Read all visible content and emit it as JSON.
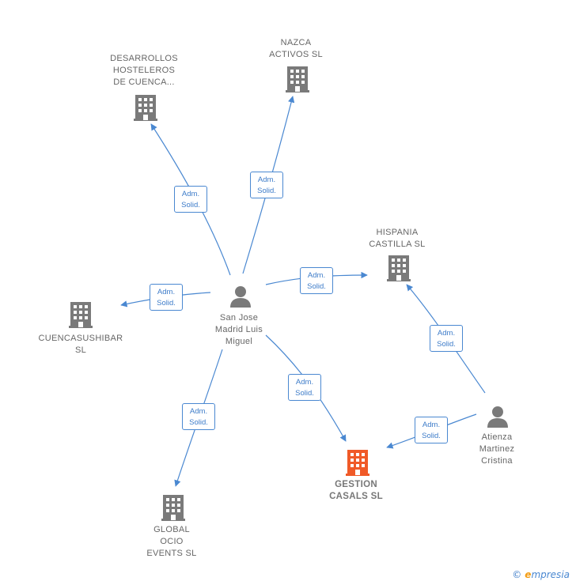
{
  "nodes": {
    "desarrollos": {
      "label": "DESARROLLOS\nHOSTELEROS\nDE CUENCA..."
    },
    "nazca": {
      "label": "NAZCA\nACTIVOS SL"
    },
    "hispania": {
      "label": "HISPANIA\nCASTILLA  SL"
    },
    "cuencasushibar": {
      "label": "CUENCASUSHIBAR\nSL"
    },
    "gestion": {
      "label": "GESTION\nCASALS  SL"
    },
    "global": {
      "label": "GLOBAL\nOCIO\nEVENTS  SL"
    },
    "sanjose": {
      "label": "San Jose\nMadrid Luis\nMiguel"
    },
    "atienza": {
      "label": "Atienza\nMartinez\nCristina"
    }
  },
  "relation": {
    "line1": "Adm.",
    "line2": "Solid."
  },
  "colors": {
    "edge": "#4a88d1",
    "company": "#7a7a7a",
    "focus_company": "#f05a28",
    "person": "#7a7a7a"
  },
  "footer": {
    "copyright": "©",
    "brand_first": "e",
    "brand_rest": "mpresia"
  }
}
